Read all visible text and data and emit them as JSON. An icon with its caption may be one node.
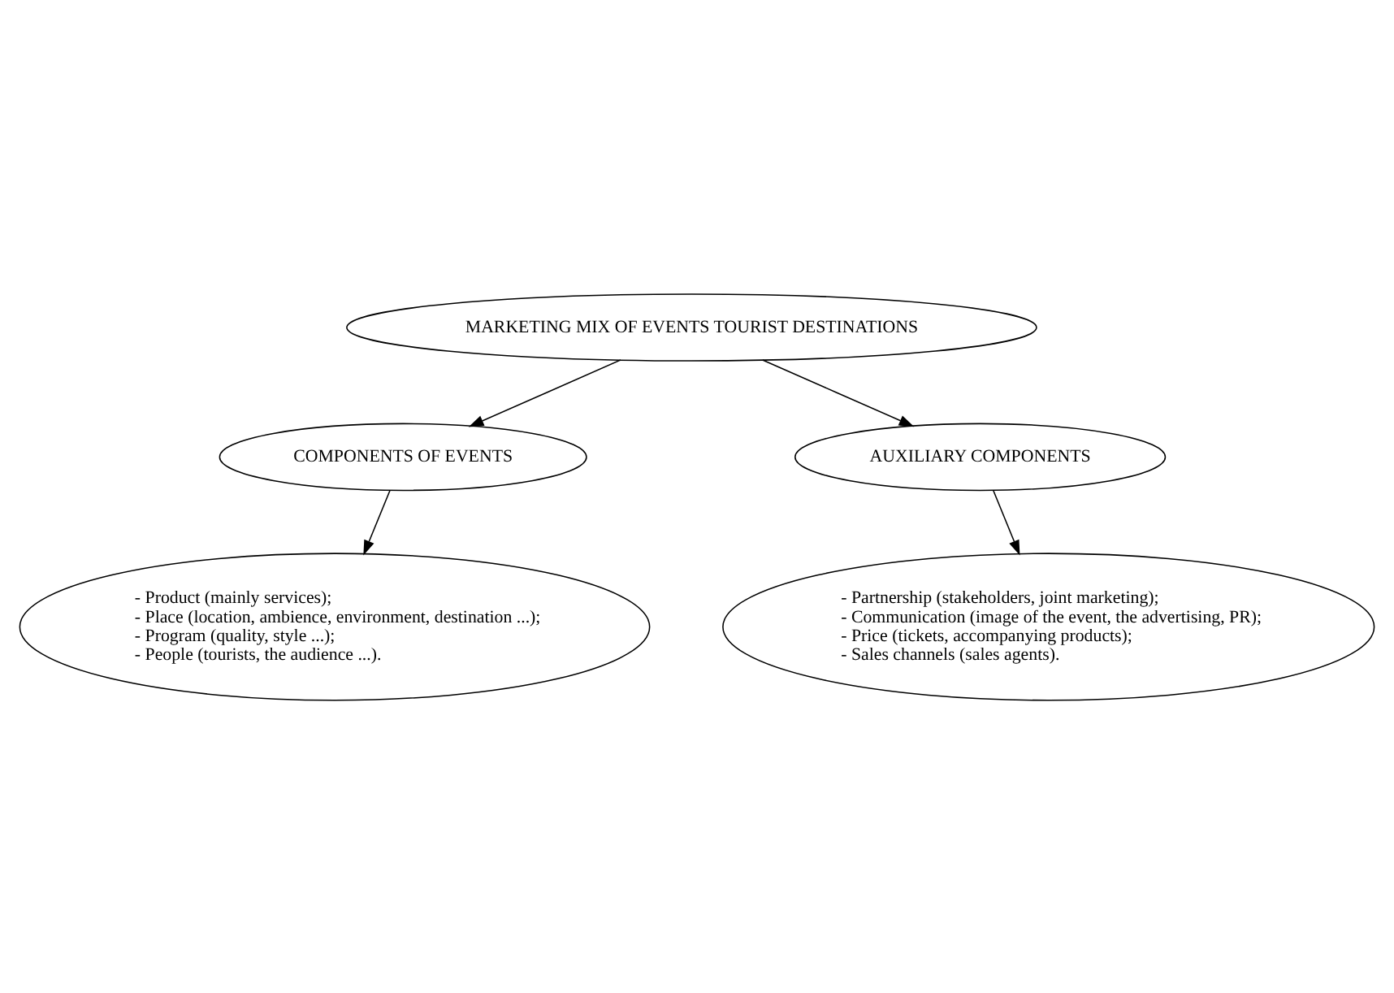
{
  "diagram": {
    "nodes": [
      {
        "text": [
          "MARKETING MIX OF EVENTS TOURIST DESTINATIONS"
        ]
      },
      {
        "text": [
          "COMPONENTS OF EVENTS"
        ]
      },
      {
        "text": [
          "AUXILIARY COMPONENTS"
        ]
      },
      {
        "text": [
          "- Product (mainly services);",
          "- Place (location, ambience, environment, destination ...);",
          "- Program (quality, style ...);",
          "- People (tourists, the audience ...)."
        ]
      },
      {
        "text": [
          "- Partnership (stakeholders, joint marketing);",
          "- Communication (image of the event, the advertising, PR);",
          "- Price (tickets, accompanying products);",
          "- Sales channels (sales agents)."
        ]
      }
    ],
    "edges": [
      {
        "from": 0,
        "to": 1,
        "arrow": "to"
      },
      {
        "from": 0,
        "to": 2,
        "arrow": "to"
      },
      {
        "from": 1,
        "to": 3,
        "arrow": "to"
      },
      {
        "from": 2,
        "to": 4,
        "arrow": "to"
      }
    ]
  }
}
